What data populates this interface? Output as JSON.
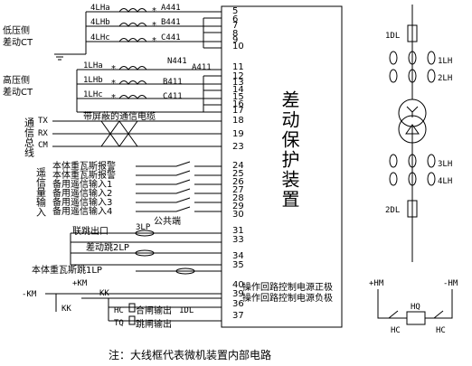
{
  "device": {
    "label": "差动保护装置",
    "terminals": [
      "5",
      "6",
      "7",
      "8",
      "9",
      "10",
      "11",
      "12",
      "13",
      "14",
      "15",
      "16",
      "17",
      "18",
      "19",
      "23",
      "24",
      "25",
      "26",
      "27",
      "28",
      "29",
      "30",
      "31",
      "33",
      "34",
      "35",
      "40",
      "39",
      "36",
      "37"
    ]
  },
  "ct_low": {
    "label_lines": [
      "低压侧",
      "差动CT"
    ],
    "rows": [
      {
        "ct": "4LHa",
        "phase": "A441"
      },
      {
        "ct": "4LHb",
        "phase": "B441"
      },
      {
        "ct": "4LHc",
        "phase": "C441"
      }
    ]
  },
  "ct_high": {
    "label_lines": [
      "高压侧",
      "差动CT"
    ],
    "rows": [
      {
        "ct": "1LHa",
        "phase": "A411",
        "extra": "N441"
      },
      {
        "ct": "1LHb",
        "phase": "B411"
      },
      {
        "ct": "1LHc",
        "phase": "C411"
      }
    ]
  },
  "comm": {
    "label": "通信总线",
    "cable": "带屏蔽的通信电缆",
    "lines": [
      "TX",
      "RX",
      "CM"
    ]
  },
  "remote_signal": {
    "label": "遥信量输入",
    "inputs": [
      "本体重瓦斯报警",
      "本体重瓦斯报警",
      "备用遥信输入1",
      "备用遥信输入2",
      "备用遥信输入3",
      "备用遥信输入4"
    ],
    "common": "公共端"
  },
  "outputs": {
    "trip_out": "联跳出口",
    "lp3": "3LP",
    "diff_trip": "差动跳2LP",
    "body_trip": "本体重瓦斯跳1LP"
  },
  "control": {
    "km_pos": "+KM",
    "km_neg": "-KM",
    "kk": "KK",
    "hc": "HC",
    "tq": "TQ",
    "dl": "1DL",
    "close_out": "合闸输出",
    "trip_output": "跳闸输出",
    "pos_supply": "操作回路控制电源正极",
    "neg_supply": "操作回路控制电源负极"
  },
  "single_line": {
    "dl1": "1DL",
    "dl2": "2DL",
    "lh1": "1LH",
    "lh2": "2LH",
    "lh3": "3LH",
    "lh4": "4LH"
  },
  "close_circuit": {
    "pos": "+HM",
    "neg": "-HM",
    "hq": "HQ",
    "hc1": "HC",
    "hc2": "HC"
  },
  "note": "注：大线框代表微机装置内部电路"
}
